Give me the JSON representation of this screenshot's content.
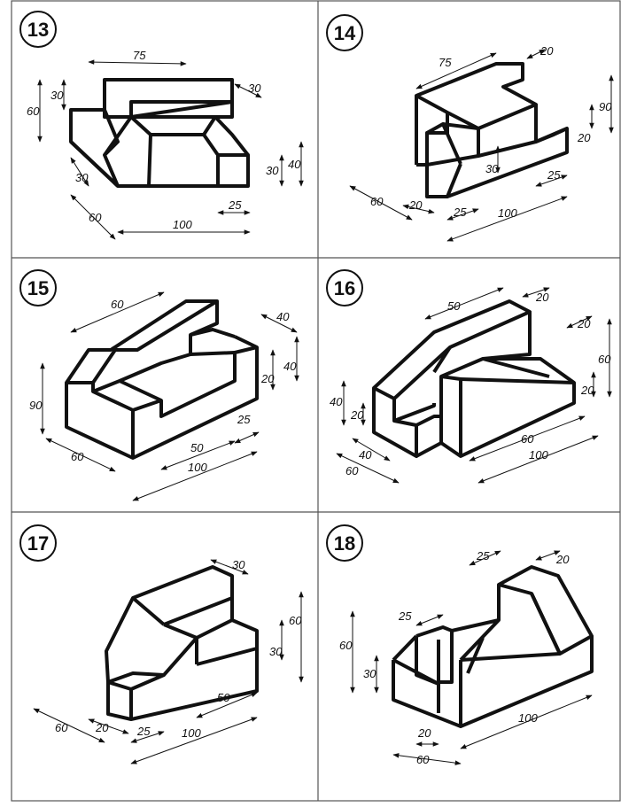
{
  "colors": {
    "ink": "#111111",
    "border": "#555555",
    "paper": "#ffffff"
  },
  "exercises": [
    {
      "id": "13",
      "dims": [
        "75",
        "30",
        "60",
        "30",
        "30",
        "60",
        "30",
        "40",
        "25",
        "100"
      ]
    },
    {
      "id": "14",
      "dims": [
        "75",
        "20",
        "90",
        "20",
        "30",
        "60",
        "20",
        "25",
        "25",
        "100"
      ]
    },
    {
      "id": "15",
      "dims": [
        "60",
        "40",
        "20",
        "40",
        "90",
        "60",
        "50",
        "25",
        "100"
      ]
    },
    {
      "id": "16",
      "dims": [
        "50",
        "20",
        "20",
        "60",
        "20",
        "40",
        "20",
        "40",
        "60",
        "60",
        "100"
      ]
    },
    {
      "id": "17",
      "dims": [
        "30",
        "60",
        "30",
        "60",
        "20",
        "25",
        "50",
        "100"
      ]
    },
    {
      "id": "18",
      "dims": [
        "25",
        "20",
        "25",
        "60",
        "30",
        "20",
        "60",
        "100"
      ]
    }
  ]
}
